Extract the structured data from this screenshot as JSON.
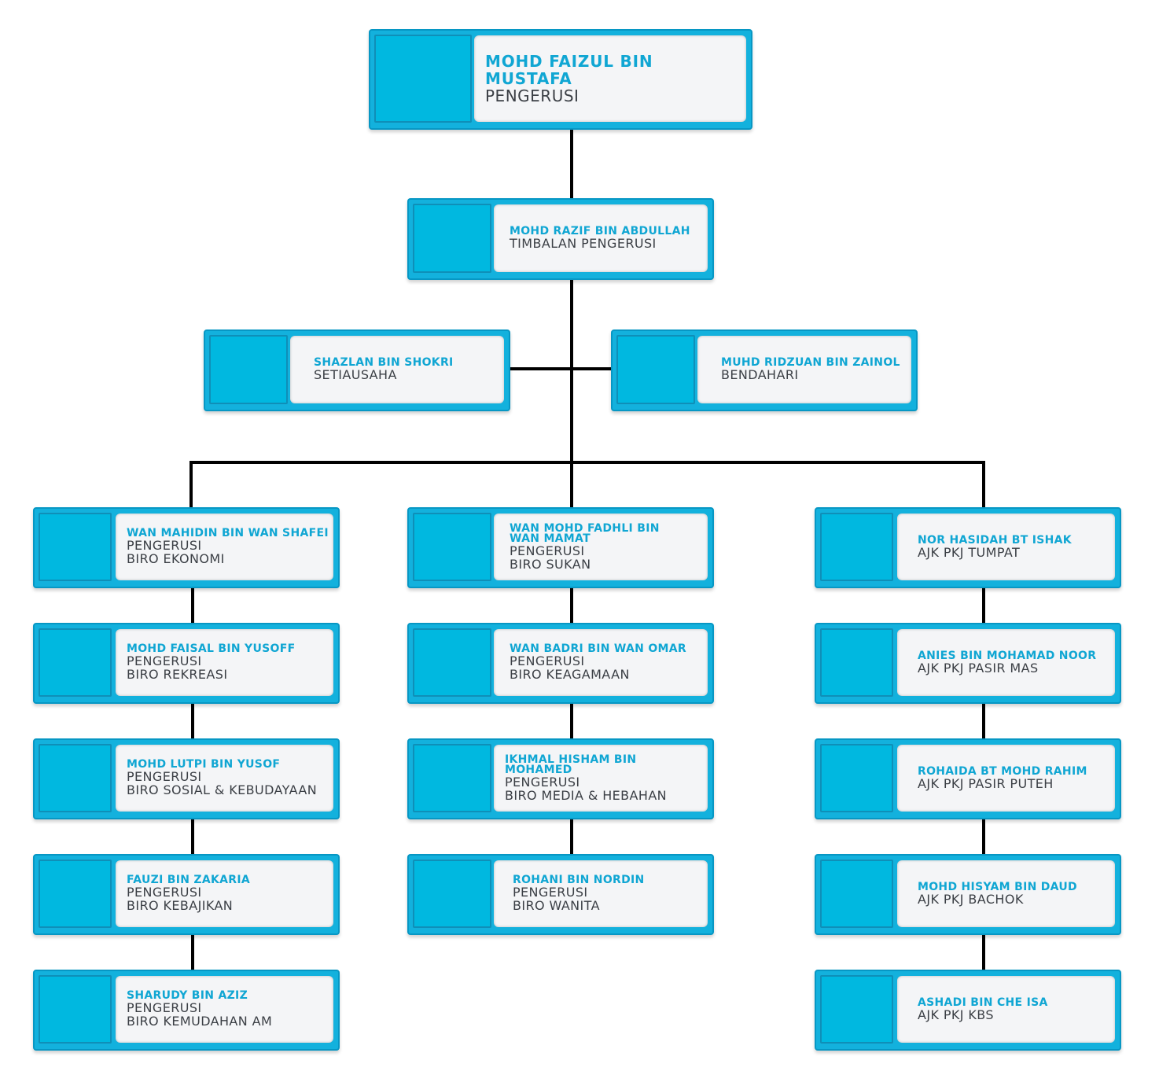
{
  "chairman": {
    "name": "MOHD FAIZUL BIN MUSTAFA",
    "role": "PENGERUSI"
  },
  "vice": {
    "name": "MOHD RAZIF BIN ABDULLAH",
    "role": "TIMBALAN PENGERUSI"
  },
  "secretary": {
    "name": "SHAZLAN BIN SHOKRI",
    "role": "SETIAUSAHA"
  },
  "treasurer": {
    "name": "MUHD RIDZUAN BIN ZAINOL",
    "role": "BENDAHARI"
  },
  "left": [
    {
      "name": "WAN MAHIDIN BIN WAN SHAFEI",
      "role1": "PENGERUSI",
      "role2": "BIRO EKONOMI"
    },
    {
      "name": "MOHD FAISAL BIN YUSOFF",
      "role1": "PENGERUSI",
      "role2": "BIRO REKREASI"
    },
    {
      "name": "MOHD LUTPI BIN YUSOF",
      "role1": "PENGERUSI",
      "role2": "BIRO SOSIAL & KEBUDAYAAN"
    },
    {
      "name": "FAUZI BIN ZAKARIA",
      "role1": "PENGERUSI",
      "role2": "BIRO KEBAJIKAN"
    },
    {
      "name": "SHARUDY BIN AZIZ",
      "role1": "PENGERUSI",
      "role2": "BIRO KEMUDAHAN AM"
    }
  ],
  "center": [
    {
      "name1": "WAN MOHD FADHLI BIN",
      "name2": "WAN MAMAT",
      "role1": "PENGERUSI",
      "role2": "BIRO SUKAN"
    },
    {
      "name": "WAN BADRI BIN WAN OMAR",
      "role1": "PENGERUSI",
      "role2": "BIRO KEAGAMAAN"
    },
    {
      "name": "IKHMAL HISHAM BIN MOHAMED",
      "role1": "PENGERUSI",
      "role2": "BIRO MEDIA & HEBAHAN"
    },
    {
      "name": "ROHANI BIN NORDIN",
      "role1": "PENGERUSI",
      "role2": "BIRO WANITA"
    }
  ],
  "right": [
    {
      "name": "NOR HASIDAH BT ISHAK",
      "role": "AJK PKJ TUMPAT"
    },
    {
      "name": "ANIES BIN MOHAMAD NOOR",
      "role": "AJK PKJ PASIR MAS"
    },
    {
      "name": "ROHAIDA BT MOHD RAHIM",
      "role": "AJK PKJ PASIR PUTEH"
    },
    {
      "name": "MOHD HISYAM BIN DAUD",
      "role": "AJK PKJ BACHOK"
    },
    {
      "name": "ASHADI BIN CHE ISA",
      "role": "AJK PKJ KBS"
    }
  ],
  "colors": {
    "frame": "#13b1dd",
    "name_text": "#10a6d3",
    "role_text": "#3b3f45",
    "connector": "#000000"
  }
}
